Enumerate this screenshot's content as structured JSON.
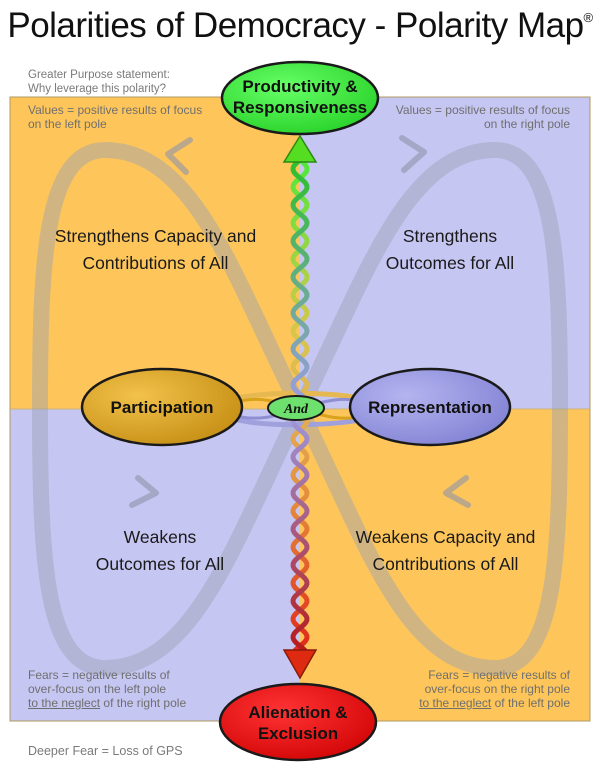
{
  "title": "Polarities of Democracy - Polarity Map",
  "title_mark": "®",
  "greater_purpose": {
    "line1": "Greater Purpose statement:",
    "line2": "Why leverage this polarity?"
  },
  "top_pole": {
    "line1": "Productivity &",
    "line2": "Responsiveness"
  },
  "bottom_pole": {
    "line1": "Alienation &",
    "line2": "Exclusion"
  },
  "left_pole": "Participation",
  "right_pole": "Representation",
  "and_label": "And",
  "values_left": {
    "line1": "Values = positive results of focus",
    "line2": "on the left pole"
  },
  "values_right": {
    "line1": "Values = positive results of focus",
    "line2": "on the right pole"
  },
  "fears_left": {
    "line1": "Fears = negative results of",
    "line2": "over-focus on the left pole",
    "line3_u": "to the neglect",
    "line3_rest": " of the right pole"
  },
  "fears_right": {
    "line1": "Fears = negative results of",
    "line2": "over-focus on the right pole",
    "line3_u": "to the neglect",
    "line3_rest": " of the left pole"
  },
  "upper_left": {
    "line1": "Strengthens Capacity and",
    "line2": "Contributions of All"
  },
  "upper_right": {
    "line1": "Strengthens",
    "line2": "Outcomes for All"
  },
  "lower_left": {
    "line1": "Weakens",
    "line2": "Outcomes for All"
  },
  "lower_right": {
    "line1": "Weakens Capacity and",
    "line2": "Contributions of All"
  },
  "deeper_fear": "Deeper Fear = Loss of GPS",
  "colors": {
    "orange": "#fec65a",
    "lavender": "#c6c6f2",
    "green": "#44ee44",
    "red": "#ee1111",
    "participation": "#d8a21a",
    "representation": "#9c9ce4",
    "arrow_green": "#66dd22",
    "arrow_red": "#dd3311"
  }
}
